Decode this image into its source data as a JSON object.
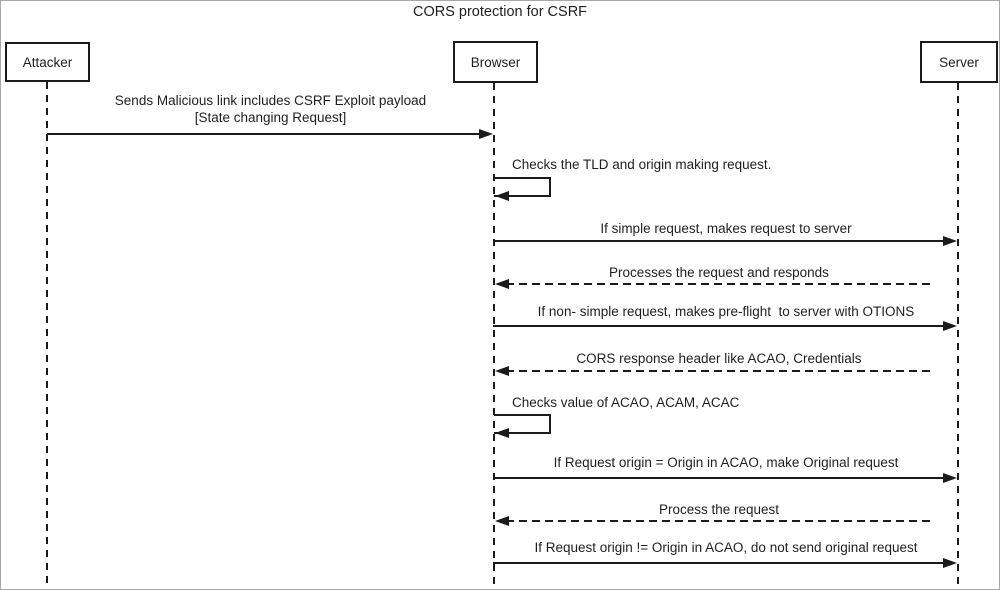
{
  "title": "CORS protection for CSRF",
  "actors": [
    {
      "name": "Attacker"
    },
    {
      "name": "Browser"
    },
    {
      "name": "Server"
    }
  ],
  "messages": [
    {
      "from": "Attacker",
      "to": "Browser",
      "style": "solid",
      "line1": "Sends Malicious link includes CSRF Exploit payload",
      "line2": "[State changing Request]"
    },
    {
      "from": "Browser",
      "to": "Browser",
      "style": "self",
      "text": "Checks the TLD and origin making request."
    },
    {
      "from": "Browser",
      "to": "Server",
      "style": "solid",
      "text": "If simple request, makes request to server"
    },
    {
      "from": "Server",
      "to": "Browser",
      "style": "dashed",
      "text": "Processes the request and responds"
    },
    {
      "from": "Browser",
      "to": "Server",
      "style": "solid",
      "text": "If non- simple request, makes pre-flight  to server with OTIONS"
    },
    {
      "from": "Server",
      "to": "Browser",
      "style": "dashed",
      "text": "CORS response header like ACAO, Credentials"
    },
    {
      "from": "Browser",
      "to": "Browser",
      "style": "self",
      "text": "Checks value of ACAO, ACAM, ACAC"
    },
    {
      "from": "Browser",
      "to": "Server",
      "style": "solid",
      "text": "If Request origin = Origin in ACAO, make Original request"
    },
    {
      "from": "Server",
      "to": "Browser",
      "style": "dashed",
      "text": "Process the request"
    },
    {
      "from": "Browser",
      "to": "Server",
      "style": "solid",
      "text": "If Request origin != Origin in ACAO, do not send original request"
    }
  ],
  "colors": {
    "line": "#1b1b1b",
    "text": "#1f1f1f",
    "frame_border": "#a8a8a8",
    "background": "#ffffff"
  }
}
